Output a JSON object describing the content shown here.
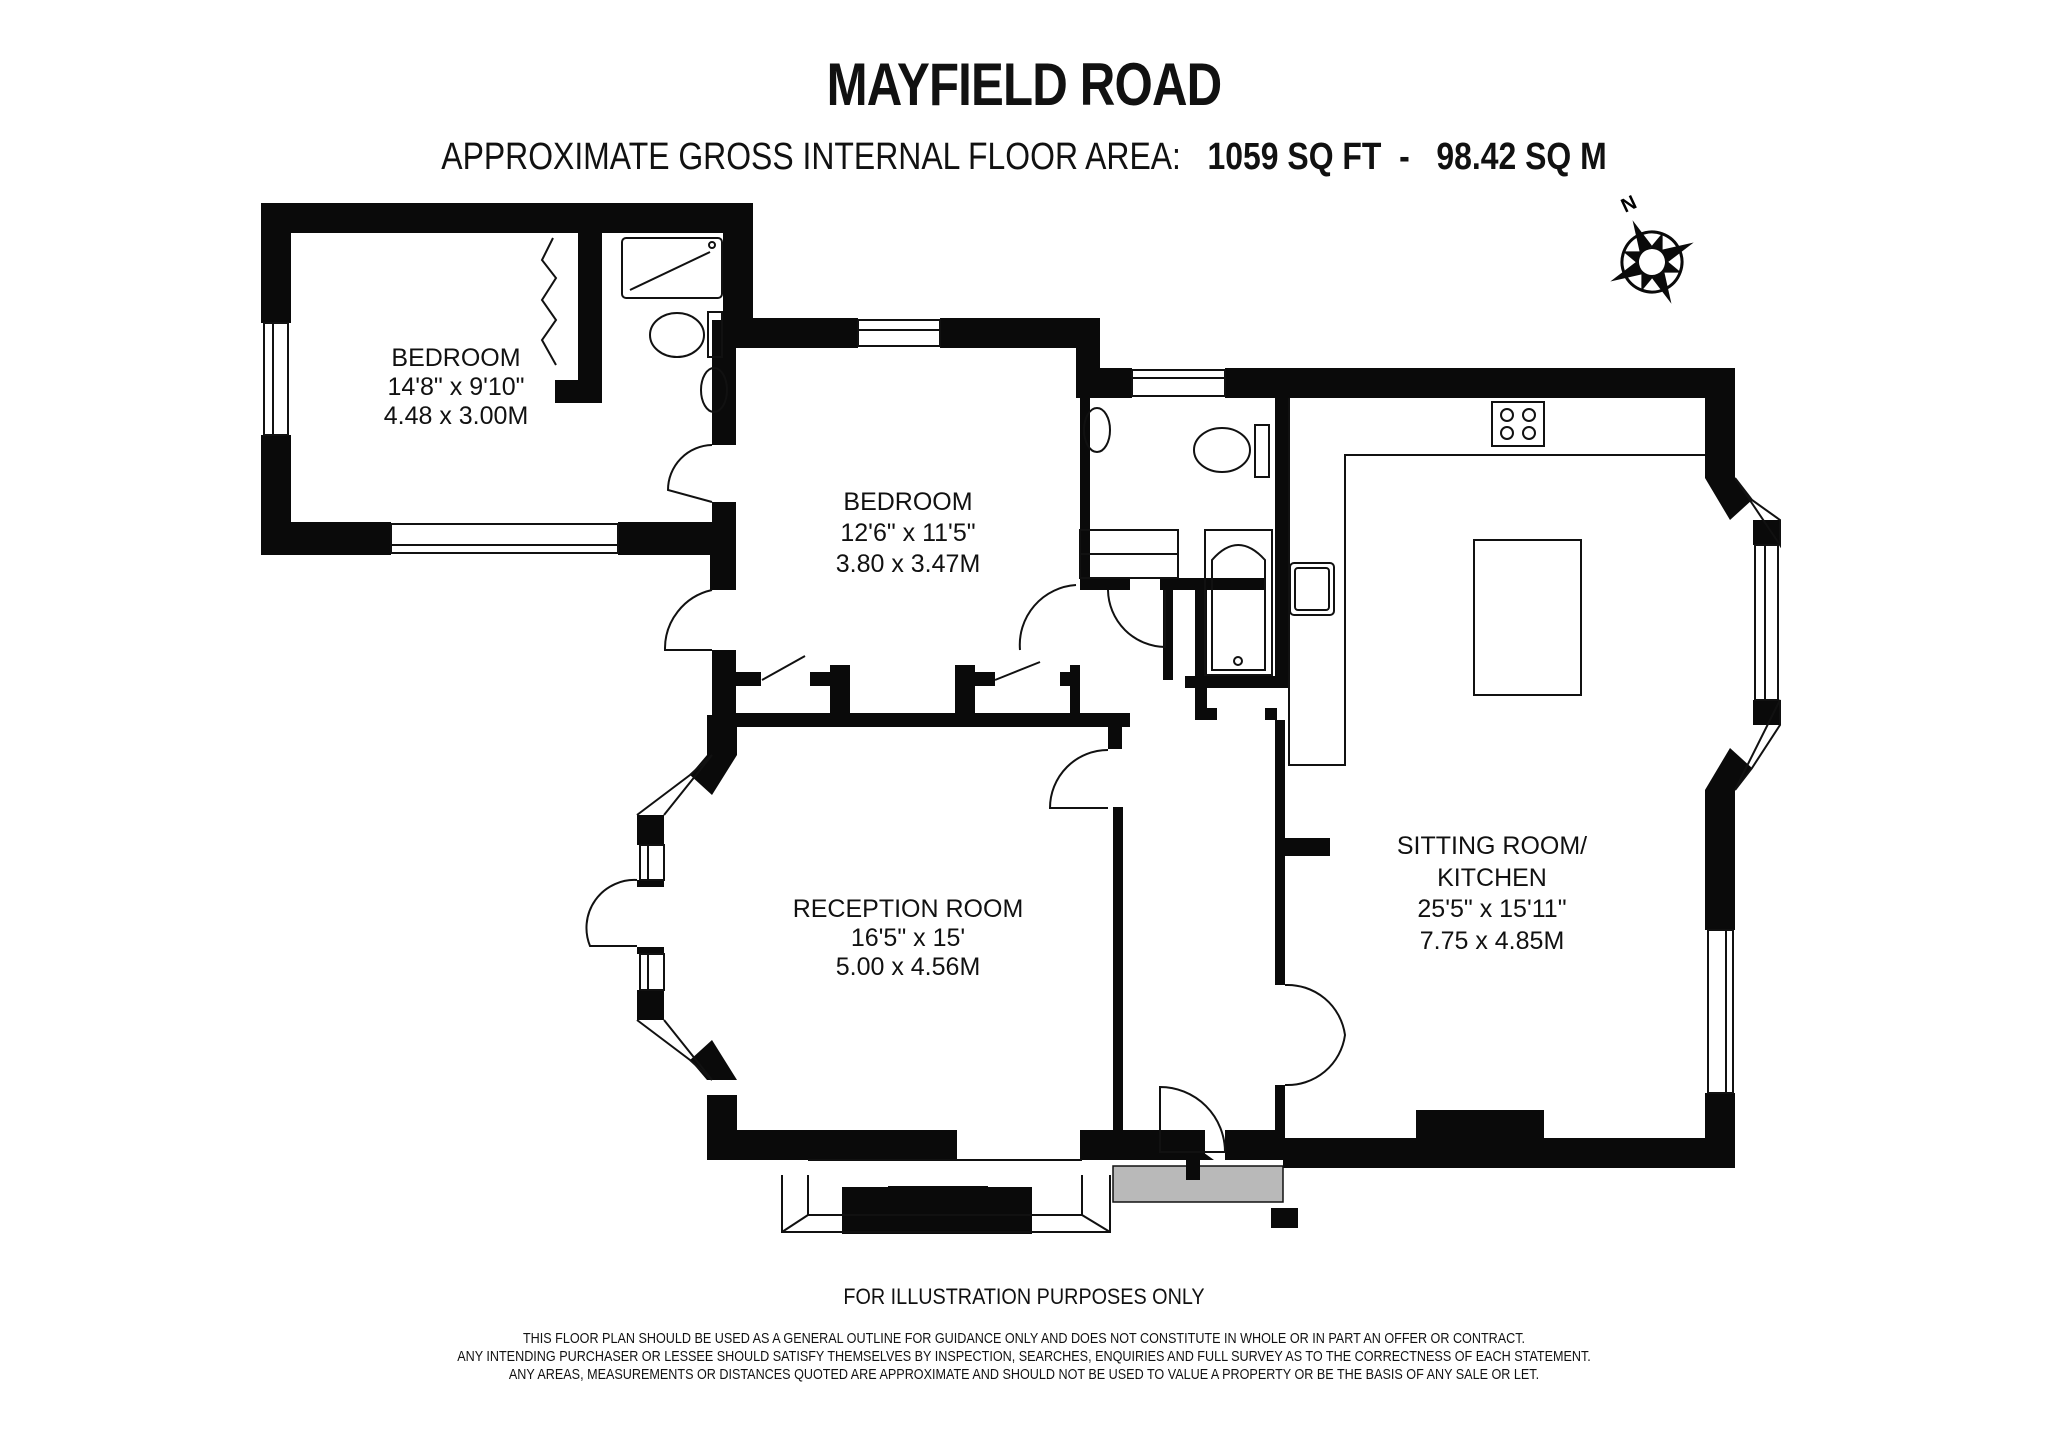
{
  "header": {
    "title": "MAYFIELD ROAD",
    "area_label": "APPROXIMATE GROSS INTERNAL FLOOR AREA:",
    "area_sqft": "1059 SQ FT",
    "separator": "-",
    "area_sqm": "98.42 SQ M"
  },
  "compass": {
    "label": "N",
    "icon": "compass-rose-icon"
  },
  "rooms": [
    {
      "name": "BEDROOM",
      "imperial": "14'8\" x 9'10\"",
      "metric": "4.48 x 3.00M"
    },
    {
      "name": "BEDROOM",
      "imperial": "12'6\" x 11'5\"",
      "metric": "3.80 x 3.47M"
    },
    {
      "name": "RECEPTION ROOM",
      "imperial": "16'5\" x 15'",
      "metric": "5.00 x 4.56M"
    },
    {
      "name_line1": "SITTING ROOM/",
      "name_line2": "KITCHEN",
      "imperial": "25'5\" x 15'11\"",
      "metric": "7.75 x 4.85M"
    }
  ],
  "footer": {
    "illustration_note": "FOR ILLUSTRATION PURPOSES ONLY",
    "disclaimer": [
      "THIS FLOOR PLAN SHOULD BE USED AS A GENERAL OUTLINE FOR GUIDANCE ONLY AND DOES NOT CONSTITUTE IN WHOLE OR IN PART AN OFFER OR CONTRACT.",
      "ANY INTENDING PURCHASER OR LESSEE SHOULD SATISFY THEMSELVES BY INSPECTION, SEARCHES, ENQUIRIES AND FULL SURVEY AS TO THE CORRECTNESS OF EACH STATEMENT.",
      "ANY AREAS, MEASUREMENTS OR DISTANCES QUOTED ARE APPROXIMATE AND SHOULD NOT BE USED TO VALUE A PROPERTY OR BE THE BASIS OF ANY SALE OR LET."
    ]
  },
  "colors": {
    "wall": "#0a0a0a",
    "entrance_step": "#b9b9b9",
    "background": "#ffffff"
  }
}
